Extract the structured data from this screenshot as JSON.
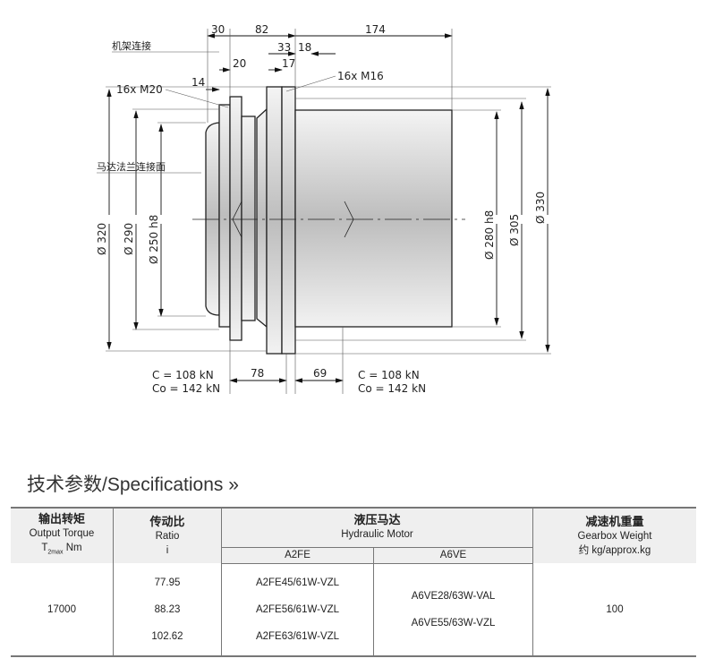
{
  "drawing": {
    "dims_top": [
      "30",
      "82",
      "174",
      "33",
      "18",
      "20",
      "17",
      "14"
    ],
    "labels": {
      "frame": "机架连接",
      "motor_face": "马达法兰连接面",
      "bolt_left": "16x  M20",
      "bolt_right": "16x  M16"
    },
    "diameters": {
      "d320": "Ø 320",
      "d290": "Ø 290",
      "d250": "Ø 250 h8",
      "d280": "Ø 280 h8",
      "d305": "Ø 305",
      "d330": "Ø 330"
    },
    "dims_bottom": [
      "78",
      "69"
    ],
    "loads_left": [
      "C  =  108  kN",
      "Co =  142  kN"
    ],
    "loads_right": [
      "C  =  108  kN",
      "Co =  142  kN"
    ]
  },
  "section_title": "技术参数/Specifications »",
  "table": {
    "headers": {
      "torque": {
        "cn": "输出转矩",
        "en": "Output Torque",
        "unit_t": "T",
        "unit_sub": "2max",
        "unit": " Nm"
      },
      "ratio": {
        "cn": "传动比",
        "en": "Ratio",
        "unit": "i"
      },
      "motor": {
        "cn": "液压马达",
        "en": "Hydraulic Motor",
        "a2fe": "A2FE",
        "a6ve": "A6VE"
      },
      "weight": {
        "cn": "减速机重量",
        "en": "Gearbox Weight",
        "unit": "约 kg/approx.kg"
      }
    },
    "row": {
      "torque": "17000",
      "ratios": [
        "77.95",
        "88.23",
        "102.62"
      ],
      "a2fe": [
        "A2FE45/61W-VZL",
        "A2FE56/61W-VZL",
        "A2FE63/61W-VZL"
      ],
      "a6ve": [
        "A6VE28/63W-VAL",
        "A6VE55/63W-VZL"
      ],
      "weight": "100"
    }
  }
}
